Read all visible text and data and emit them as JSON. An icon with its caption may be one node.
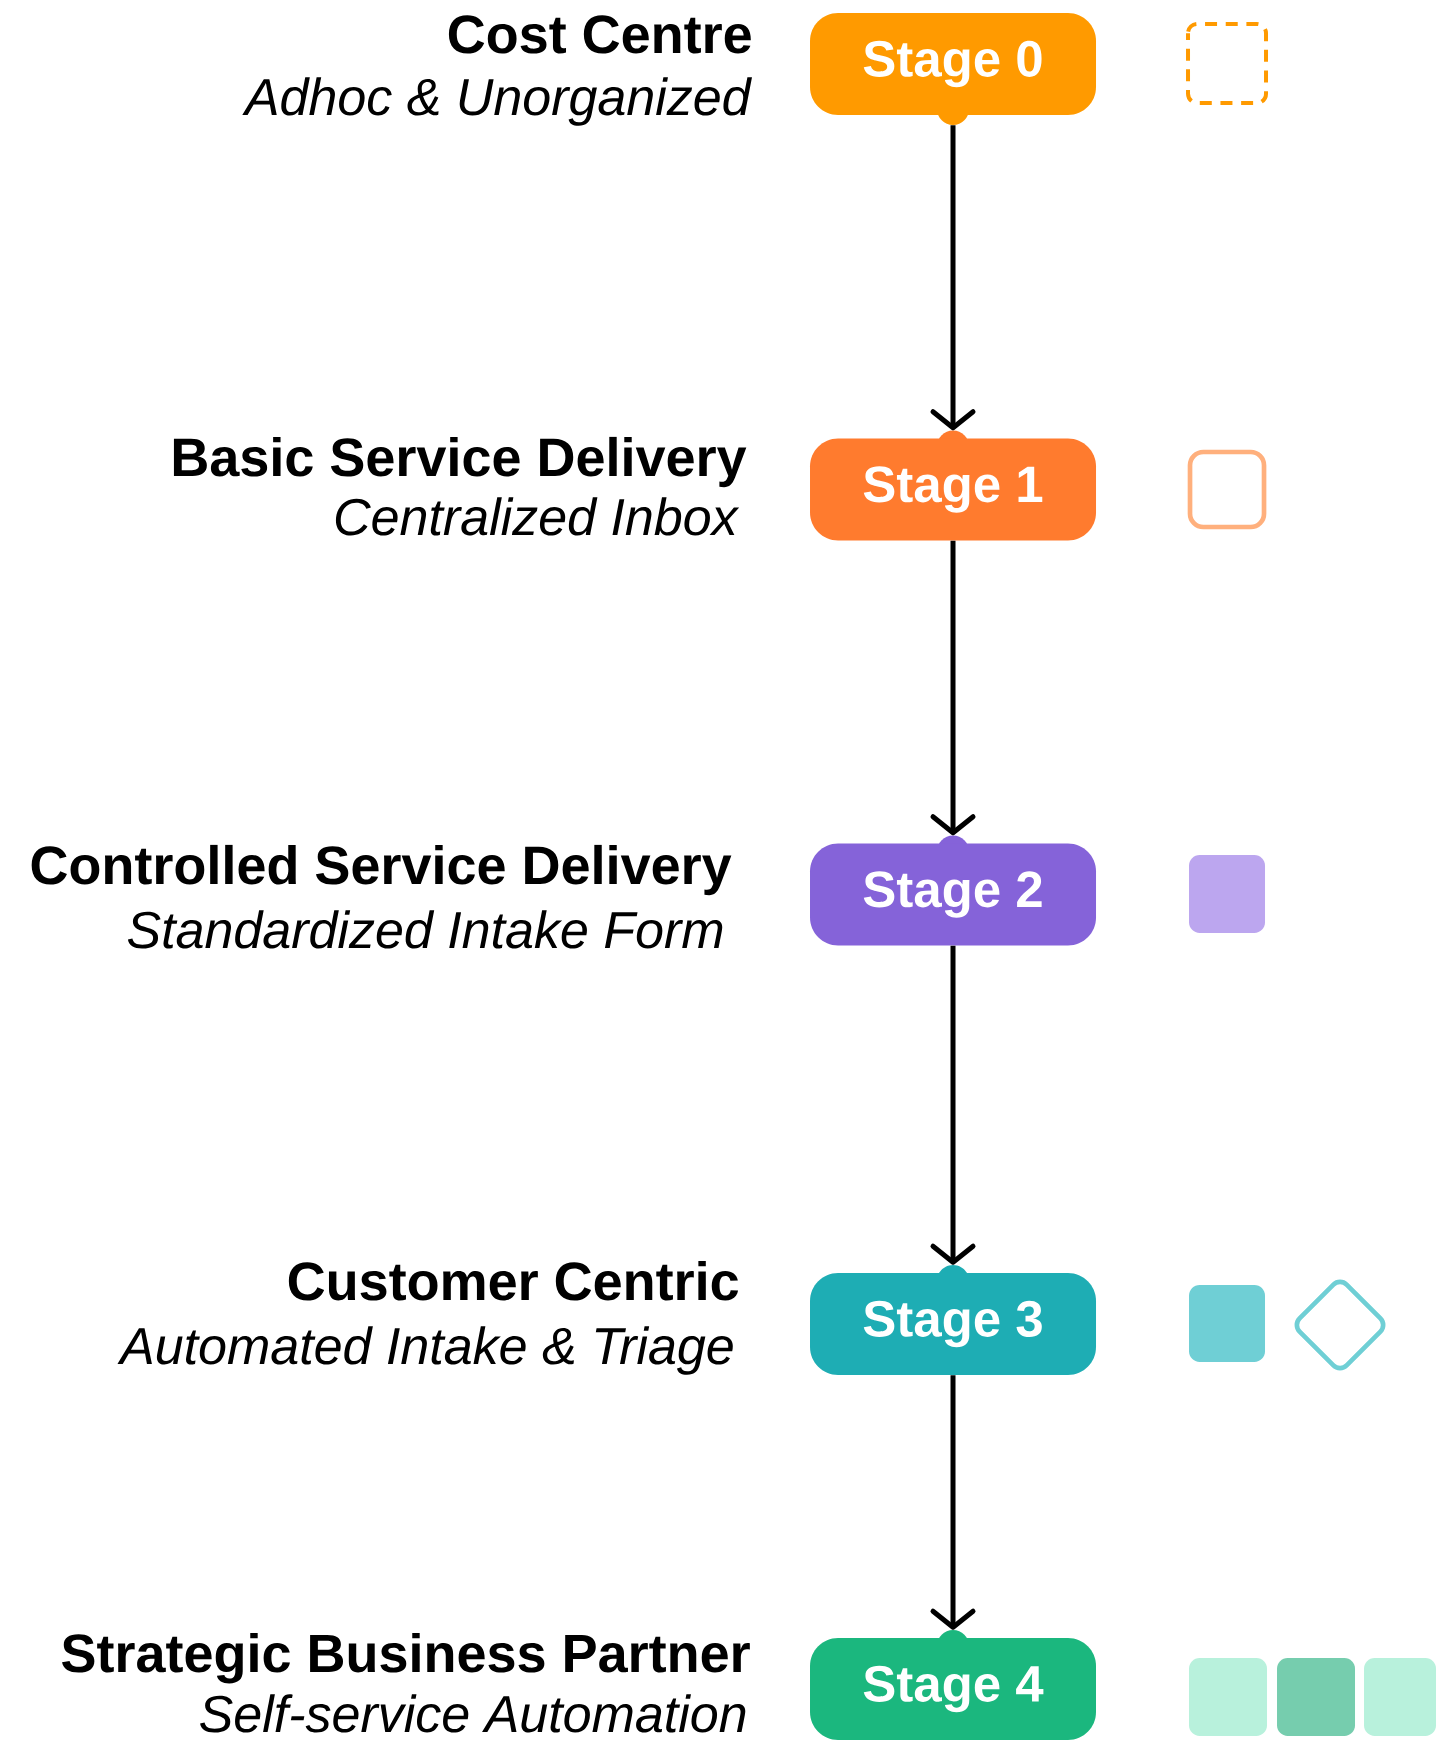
{
  "diagram": {
    "nodes": [
      {
        "text": [
          "Stage 0"
        ],
        "beside": [
          "Cost Centre",
          "Adhoc & Unorganized"
        ]
      },
      {
        "text": [
          "Stage 1"
        ],
        "beside": [
          "Basic Service Delivery",
          "Centralized Inbox"
        ]
      },
      {
        "text": [
          "Stage 2"
        ],
        "beside": [
          "Controlled Service Delivery",
          "Standardized Intake Form"
        ]
      },
      {
        "text": [
          "Stage 3"
        ],
        "beside": [
          "Customer Centric",
          "Automated Intake & Triage"
        ]
      },
      {
        "text": [
          "Stage 4"
        ],
        "beside": [
          "Strategic Business Partner",
          "Self-service Automation"
        ]
      }
    ],
    "edges": [
      {
        "from": 0,
        "to": 1,
        "arrow": "to"
      },
      {
        "from": 1,
        "to": 2,
        "arrow": "to"
      },
      {
        "from": 2,
        "to": 3,
        "arrow": "to"
      },
      {
        "from": 3,
        "to": 4,
        "arrow": "to"
      }
    ]
  }
}
